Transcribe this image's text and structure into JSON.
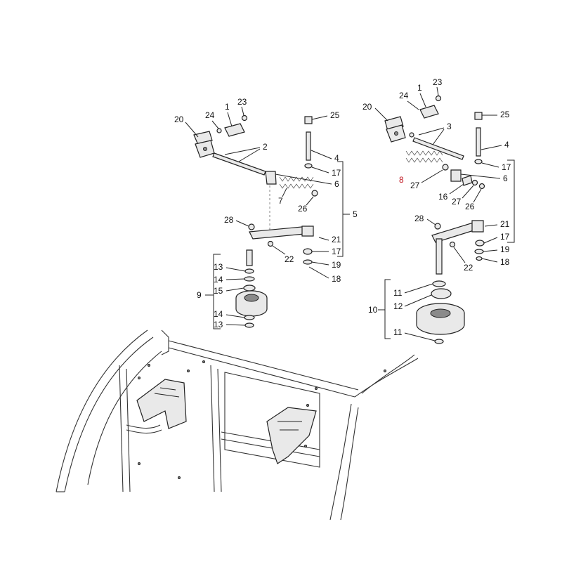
{
  "diagram": {
    "accent_color": "#c0141e",
    "line_color": "#222222",
    "left_assembly": {
      "labels": [
        "20",
        "24",
        "1",
        "23",
        "2",
        "25",
        "4",
        "17",
        "6",
        "7",
        "26",
        "5",
        "28",
        "21",
        "17",
        "22",
        "19",
        "18",
        "13",
        "14",
        "15",
        "9",
        "14",
        "13"
      ]
    },
    "right_assembly": {
      "labels": [
        "23",
        "24",
        "1",
        "20",
        "3",
        "25",
        "4",
        "17",
        "8",
        "27",
        "6",
        "16",
        "27",
        "26",
        "28",
        "21",
        "17",
        "22",
        "19",
        "18",
        "11",
        "12",
        "10",
        "11"
      ],
      "highlighted_label": "8"
    }
  }
}
